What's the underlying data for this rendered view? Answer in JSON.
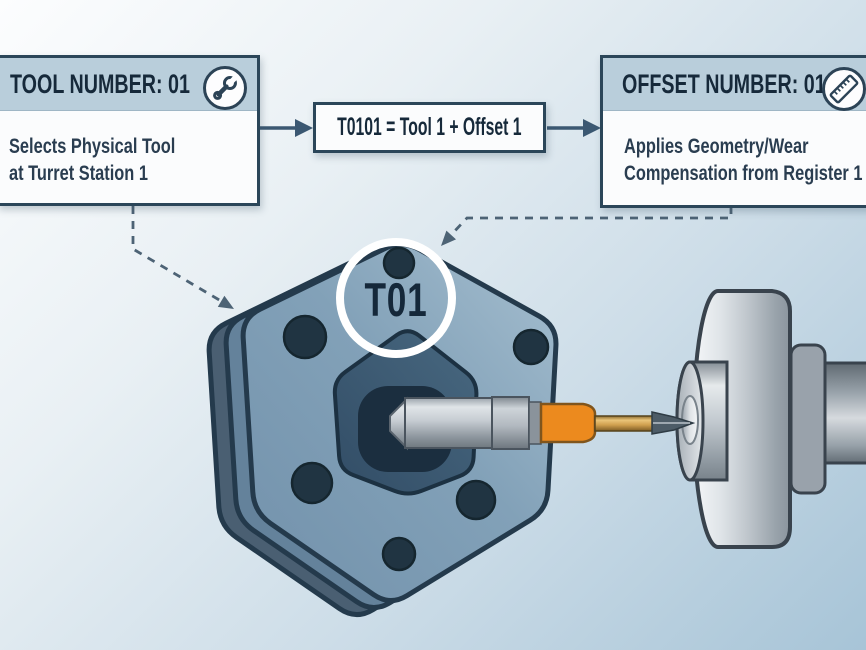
{
  "flow": {
    "tool_box": {
      "title": "TOOL NUMBER: 01",
      "icon": "wrench-icon",
      "lines": [
        "Selects Physical Tool",
        "at Turret Station 1"
      ]
    },
    "connector": {
      "formula": "T0101 = Tool 1 + Offset 1"
    },
    "offset_box": {
      "title": "OFFSET NUMBER: 01",
      "icon": "ruler-icon",
      "lines": [
        "Applies Geometry/Wear",
        "Compensation from Register 1"
      ]
    }
  },
  "turret": {
    "station_label": "T01"
  },
  "palette": {
    "box_border": "#2b4659",
    "header_band": "#b9cedb",
    "title_text": "#16293a",
    "body_text": "#2a3d50",
    "solid_arrow": "#3b5872",
    "dashed_arrow": "#4d6375",
    "hex_front": "#7fa0b8",
    "hex_outline": "#243a4c",
    "inner_hex": "#3c5a74",
    "ring": "#ffffff",
    "tool_holder_orange": "#ec8a1e",
    "drill_gold": "#d9a84e",
    "steel_light": "#e8ecef",
    "steel_dark": "#8f99a2"
  }
}
